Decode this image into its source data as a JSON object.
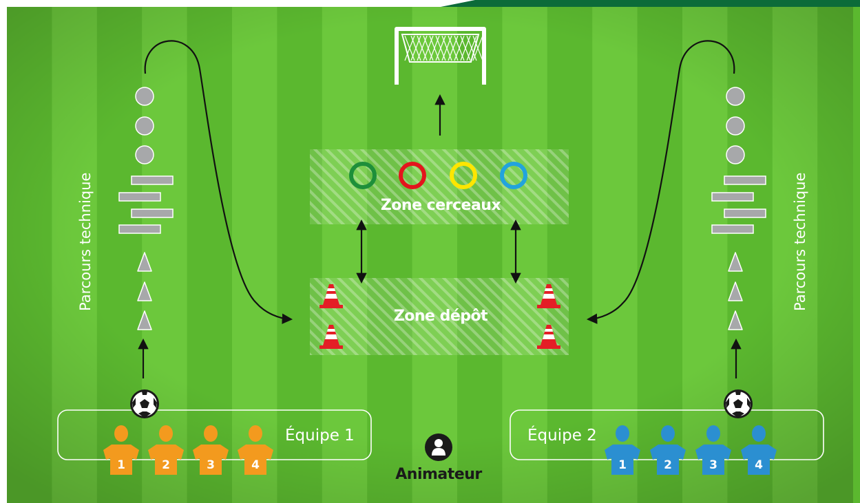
{
  "zones": {
    "cerceaux_label": "Zone cerceaux",
    "depot_label": "Zone dépôt"
  },
  "course_label_left": "Parcours technique",
  "course_label_right": "Parcours technique",
  "teams": [
    {
      "name": "Équipe 1",
      "color": "#f39a1e",
      "numbers": [
        "1",
        "2",
        "3",
        "4"
      ]
    },
    {
      "name": "Équipe 2",
      "color": "#2b8fd1",
      "numbers": [
        "1",
        "2",
        "3",
        "4"
      ]
    }
  ],
  "coach_label": "Animateur",
  "hoops": [
    {
      "color_name": "green",
      "color": "#1e8f3a"
    },
    {
      "color_name": "red",
      "color": "#e3151c"
    },
    {
      "color_name": "yellow",
      "color": "#ffe600"
    },
    {
      "color_name": "blue",
      "color": "#22a3dd"
    }
  ],
  "colors": {
    "field_light": "#6cc83c",
    "field_dark": "#5bb82f",
    "accent_band": "#0c6b39",
    "cone_red": "#e41e26",
    "obstacle_grey": "#a7a8aa"
  },
  "icons": [
    "goal-icon",
    "ball-icon",
    "cone-icon",
    "player-icon",
    "coach-icon",
    "hoop-icon",
    "plank-icon",
    "marker-cone-icon",
    "disc-icon"
  ]
}
